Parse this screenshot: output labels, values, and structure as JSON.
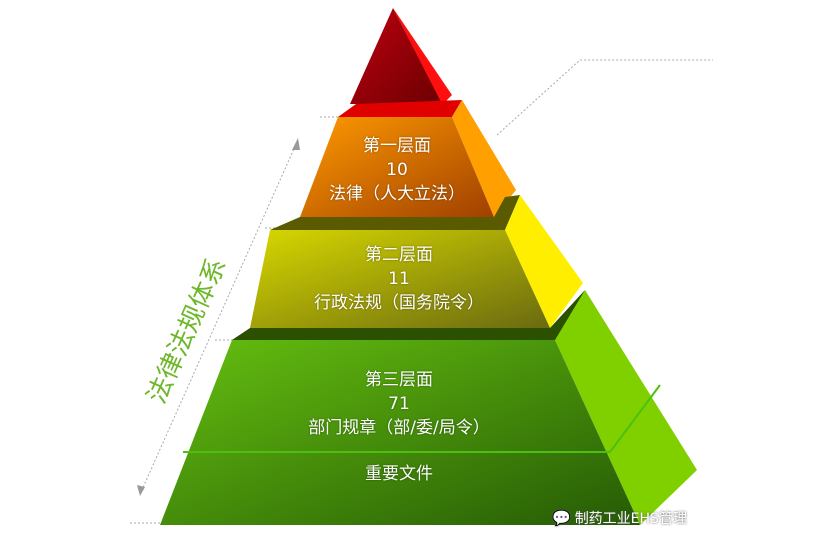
{
  "side_label": "法律法规体系",
  "tiers": [
    {
      "level": "第一层面",
      "count": "10",
      "desc": "法律（人大立法）",
      "color": "#e67e00"
    },
    {
      "level": "第二层面",
      "count": "11",
      "desc": "行政法规（国务院令）",
      "color": "#b8b800"
    },
    {
      "level": "第三层面",
      "count": "71",
      "desc": "部门规章（部/委/局令）",
      "color": "#3f8f0e"
    },
    {
      "level": "重要文件"
    }
  ],
  "watermark": "制药工业EHS管理",
  "colors": {
    "apex": "#c00000",
    "side_label": "#6fb72a"
  }
}
